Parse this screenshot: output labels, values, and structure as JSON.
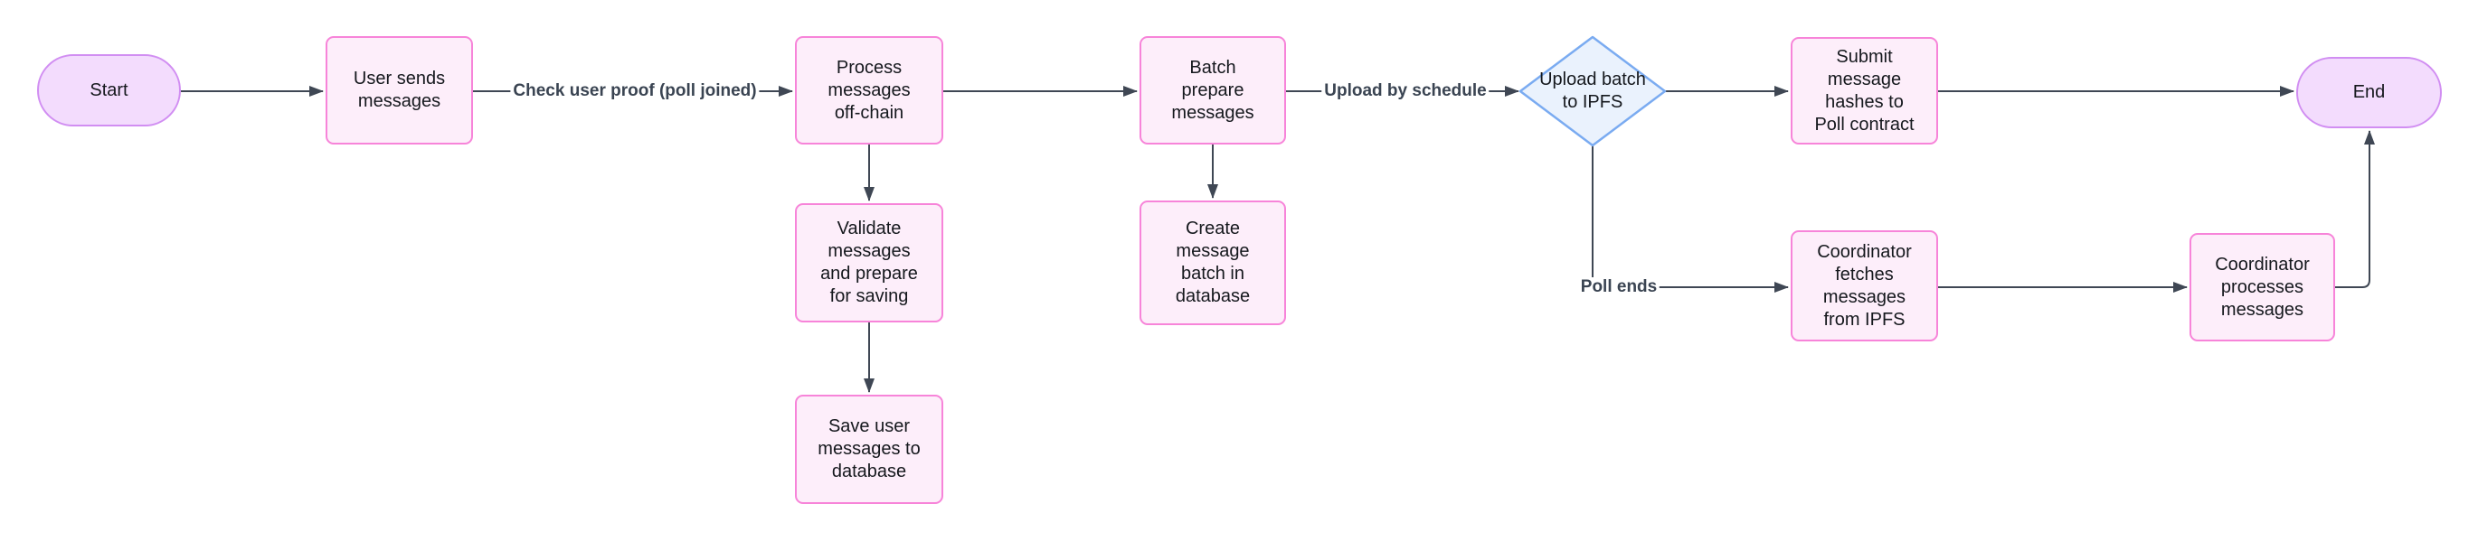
{
  "diagram": {
    "type": "flowchart",
    "direction": "left-to-right",
    "colors": {
      "background": "#ffffff",
      "process_fill": "#fdeefa",
      "process_border": "#f784d9",
      "terminal_fill": "#f3dcfd",
      "terminal_border": "#d18ef2",
      "decision_fill": "#eaf2fd",
      "decision_border": "#7aabf1",
      "edge_line": "#3f4754",
      "edge_label_text": "#3a4452",
      "node_text": "#15181d"
    },
    "nodes": [
      {
        "id": "start",
        "shape": "stadium",
        "label": "Start"
      },
      {
        "id": "user_sends",
        "shape": "process",
        "label": "User sends\nmessages"
      },
      {
        "id": "process_offchain",
        "shape": "process",
        "label": "Process\nmessages\noff-chain"
      },
      {
        "id": "validate",
        "shape": "process",
        "label": "Validate\nmessages\nand prepare\nfor saving"
      },
      {
        "id": "save_messages",
        "shape": "process",
        "label": "Save user\nmessages to\ndatabase"
      },
      {
        "id": "batch_prepare",
        "shape": "process",
        "label": "Batch\nprepare\nmessages"
      },
      {
        "id": "create_batch",
        "shape": "process",
        "label": "Create\nmessage\nbatch in\ndatabase"
      },
      {
        "id": "upload_ipfs",
        "shape": "decision",
        "label": "Upload batch\nto IPFS"
      },
      {
        "id": "submit_hashes",
        "shape": "process",
        "label": "Submit\nmessage\nhashes to\nPoll contract"
      },
      {
        "id": "coord_fetch",
        "shape": "process",
        "label": "Coordinator\nfetches\nmessages\nfrom IPFS"
      },
      {
        "id": "coord_process",
        "shape": "process",
        "label": "Coordinator\nprocesses\nmessages"
      },
      {
        "id": "end",
        "shape": "stadium",
        "label": "End"
      }
    ],
    "edges": [
      {
        "from": "start",
        "to": "user_sends",
        "label": ""
      },
      {
        "from": "user_sends",
        "to": "process_offchain",
        "label": "Check user proof (poll joined)"
      },
      {
        "from": "process_offchain",
        "to": "batch_prepare",
        "label": ""
      },
      {
        "from": "process_offchain",
        "to": "validate",
        "label": ""
      },
      {
        "from": "validate",
        "to": "save_messages",
        "label": ""
      },
      {
        "from": "batch_prepare",
        "to": "create_batch",
        "label": ""
      },
      {
        "from": "batch_prepare",
        "to": "upload_ipfs",
        "label": "Upload by schedule"
      },
      {
        "from": "upload_ipfs",
        "to": "submit_hashes",
        "label": ""
      },
      {
        "from": "upload_ipfs",
        "to": "coord_fetch",
        "label": "Poll ends"
      },
      {
        "from": "submit_hashes",
        "to": "end",
        "label": ""
      },
      {
        "from": "coord_fetch",
        "to": "coord_process",
        "label": ""
      },
      {
        "from": "coord_process",
        "to": "end",
        "label": ""
      }
    ]
  }
}
